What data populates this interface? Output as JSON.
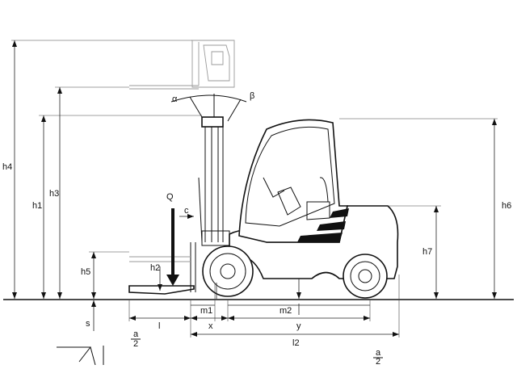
{
  "labels": {
    "h4": "h4",
    "h3": "h3",
    "h1": "h1",
    "h5": "h5",
    "h2": "h2",
    "h6": "h6",
    "h7": "h7",
    "alpha": "α",
    "beta": "β",
    "Q": "Q",
    "c": "c",
    "s": "s",
    "l": "l",
    "x": "x",
    "m1": "m1",
    "m2": "m2",
    "y": "y",
    "l2": "l2",
    "a_top": "a",
    "a_bottom": "2",
    "a2_top": "a",
    "a2_bottom": "2"
  },
  "colors": {
    "line": "#111111",
    "ghost": "#9a9a9a",
    "stripe": "#111111",
    "background": "#ffffff"
  }
}
